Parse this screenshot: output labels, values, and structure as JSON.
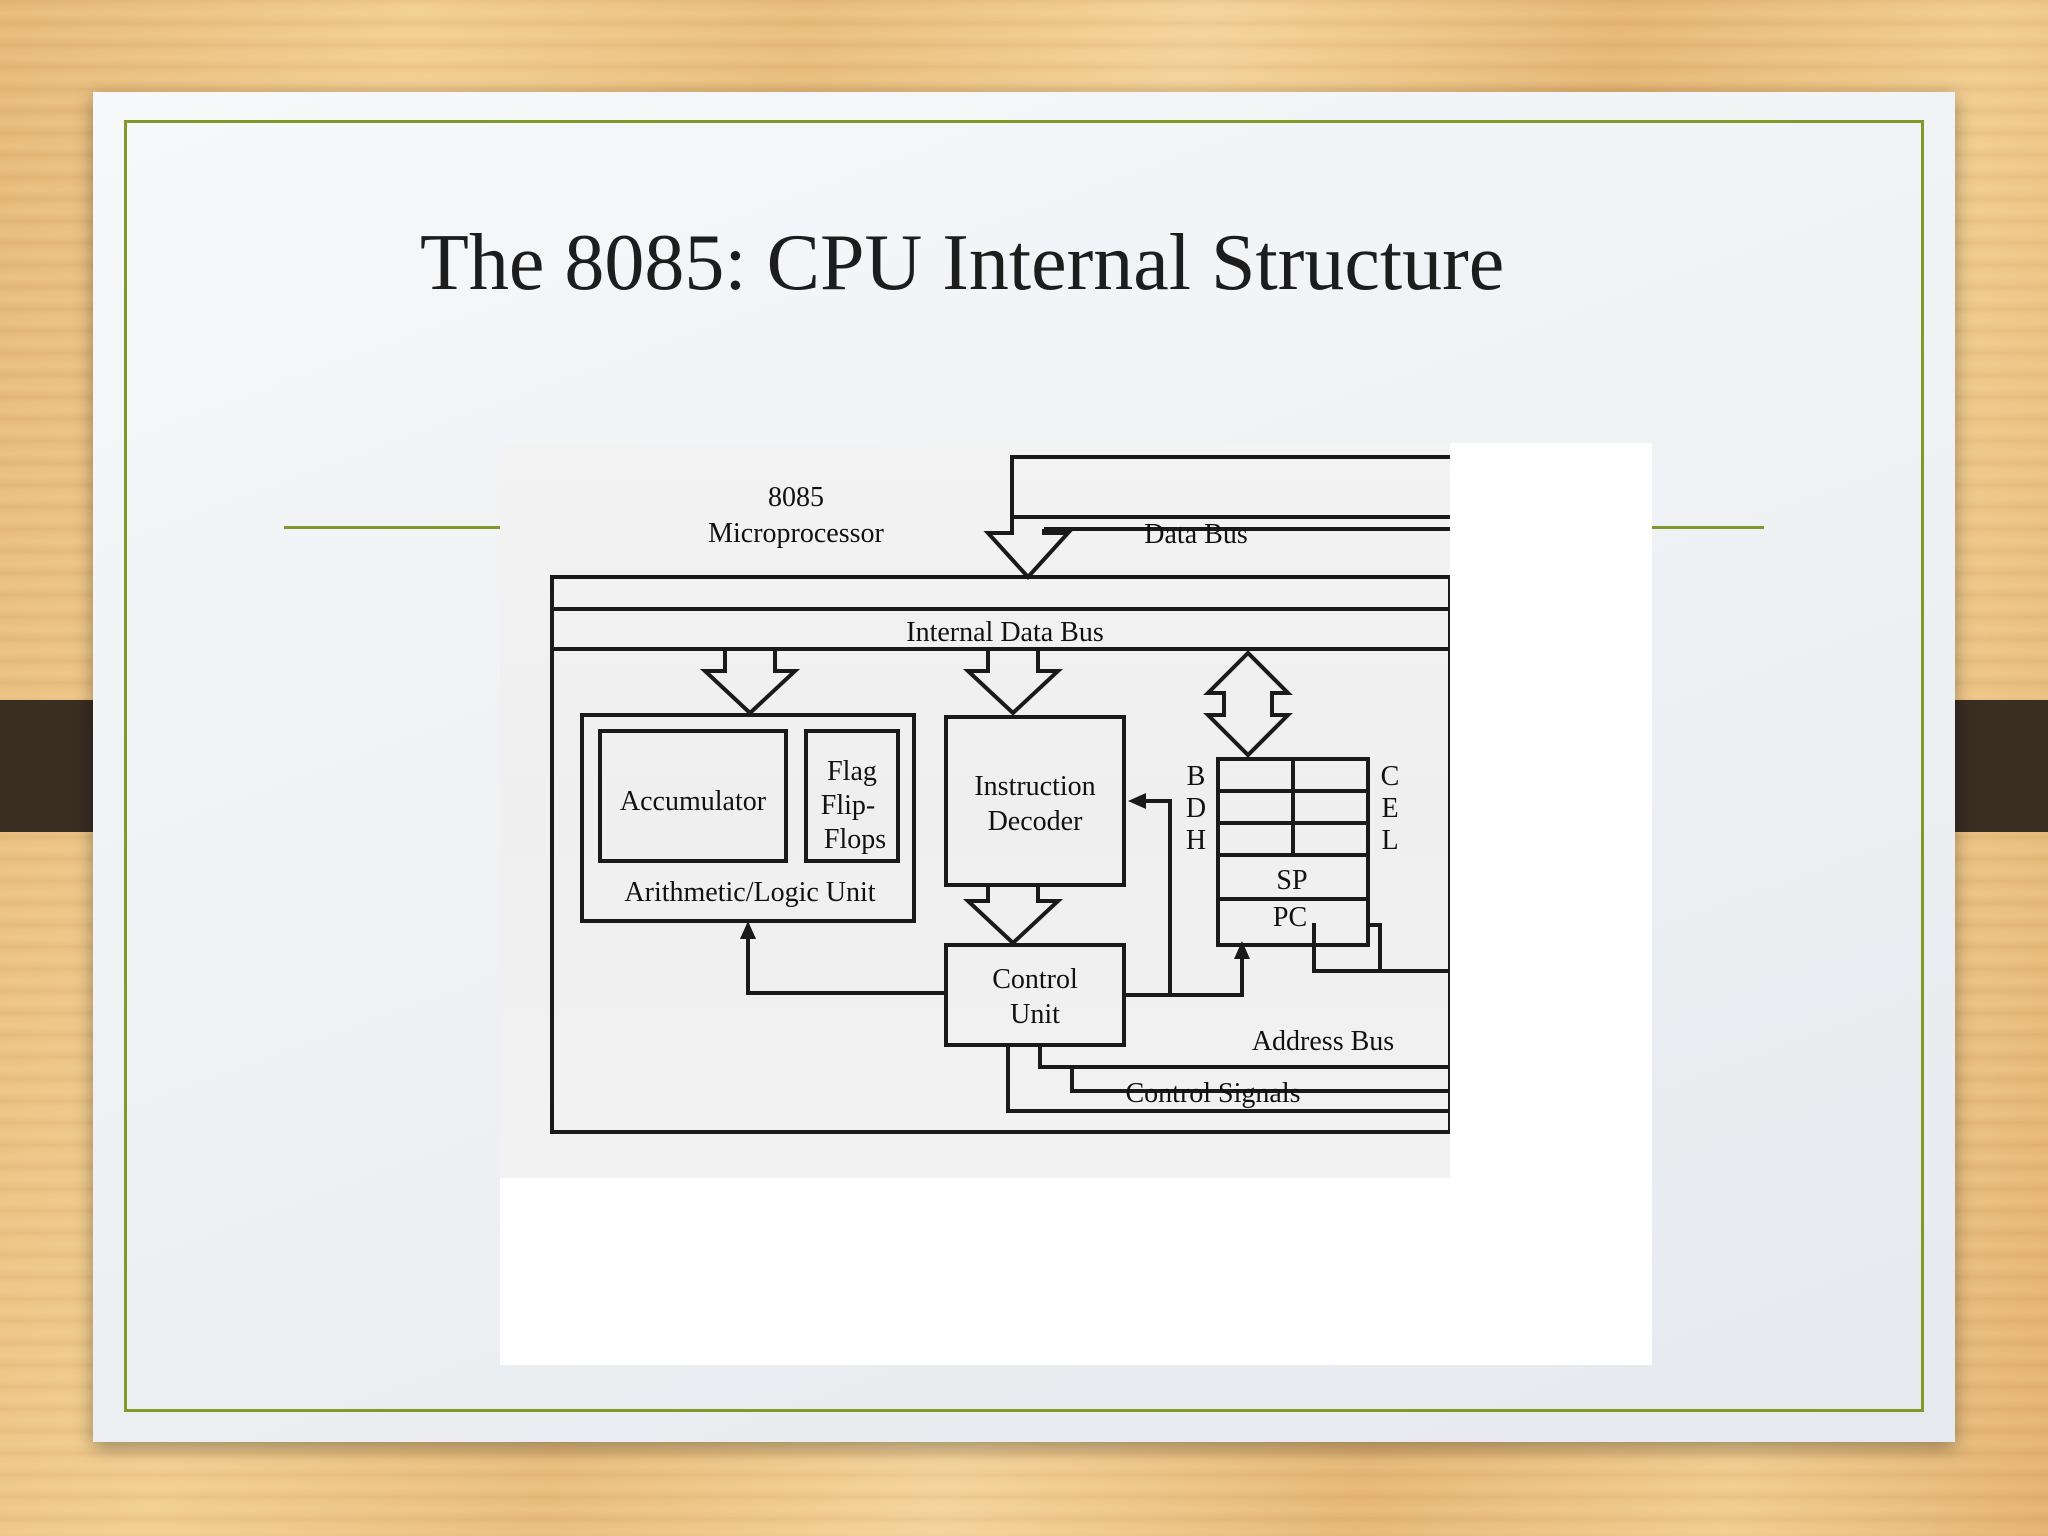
{
  "slide": {
    "title": "The 8085: CPU Internal Structure"
  },
  "diagram": {
    "microprocessor_label_1": "8085",
    "microprocessor_label_2": "Microprocessor",
    "data_bus": "Data Bus",
    "internal_data_bus": "Internal Data Bus",
    "accumulator": "Accumulator",
    "flag_1": "Flag",
    "flag_2": "Flip-",
    "flag_3": "Flops",
    "alu": "Arithmetic/Logic Unit",
    "decoder_1": "Instruction",
    "decoder_2": "Decoder",
    "reg_b": "B",
    "reg_c": "C",
    "reg_d": "D",
    "reg_e": "E",
    "reg_h": "H",
    "reg_l": "L",
    "reg_sp": "SP",
    "reg_pc": "PC",
    "control_1": "Control",
    "control_2": "Unit",
    "address_bus": "Address Bus",
    "control_signals": "Control Signals"
  }
}
